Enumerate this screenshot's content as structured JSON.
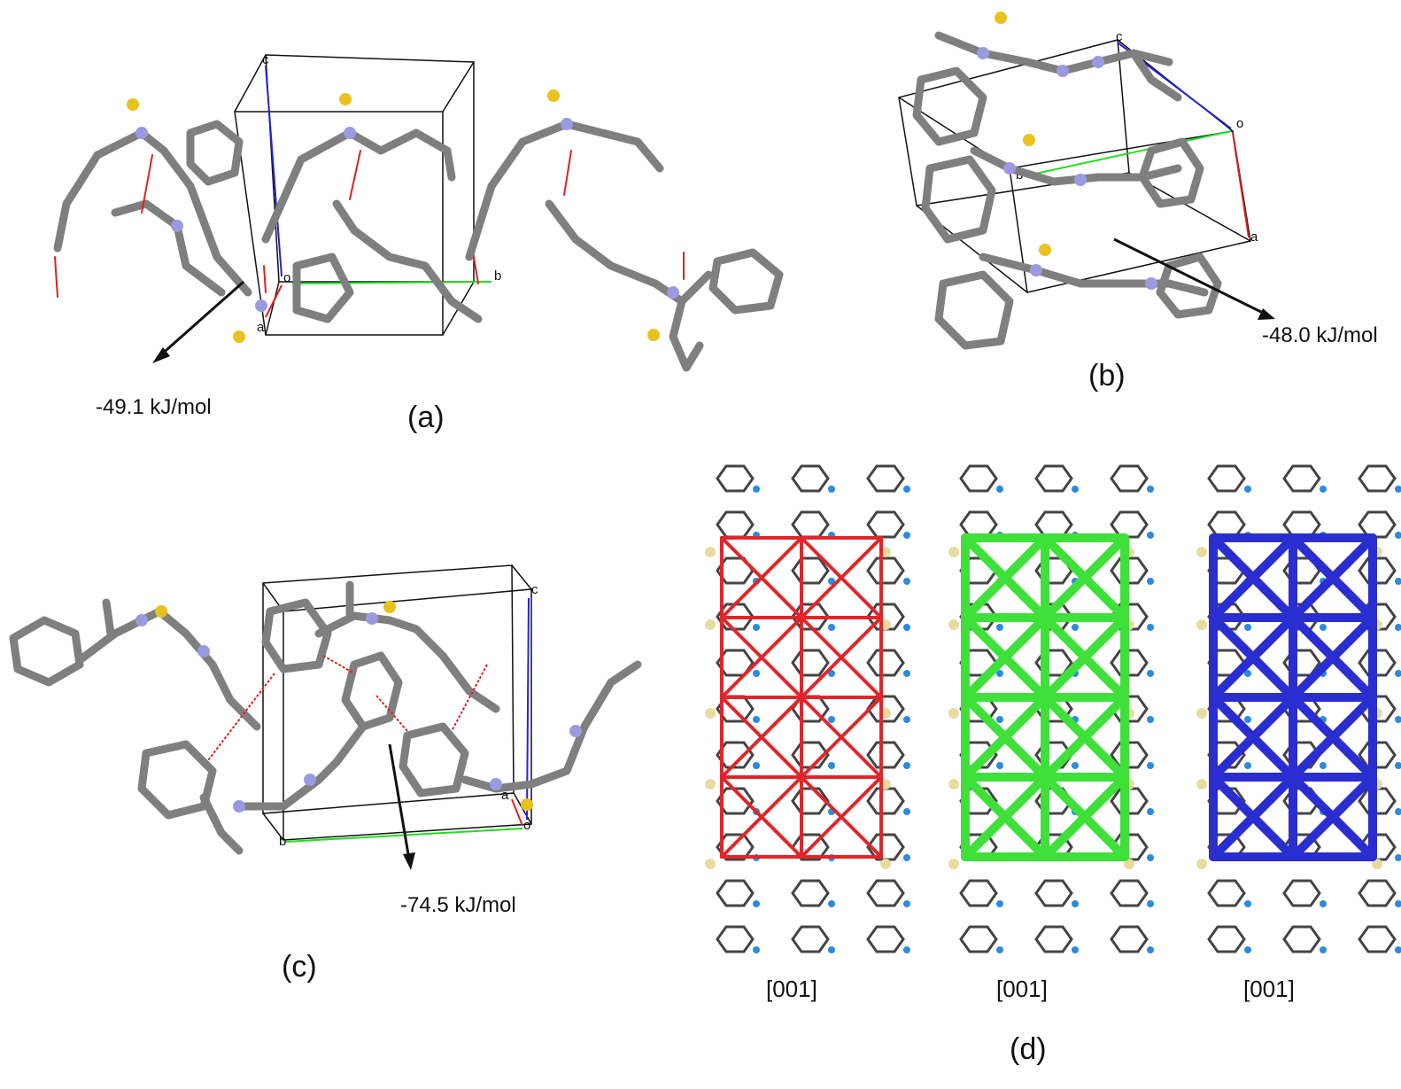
{
  "panels": {
    "a": {
      "label": "(a)",
      "energy": "-49.1 kJ/mol",
      "axes": [
        "c",
        "o",
        "a",
        "b"
      ]
    },
    "b": {
      "label": "(b)",
      "energy": "-48.0 kJ/mol",
      "axes": [
        "c",
        "o",
        "b",
        "a"
      ]
    },
    "c": {
      "label": "(c)",
      "energy": "-74.5 kJ/mol",
      "axes": [
        "c",
        "a",
        "o",
        "b"
      ]
    },
    "d": {
      "label": "(d)",
      "frameworks": [
        {
          "direction": "[001]",
          "color": "#e0262b"
        },
        {
          "direction": "[001]",
          "color": "#3fe03a"
        },
        {
          "direction": "[001]",
          "color": "#2a2ed0"
        }
      ]
    }
  },
  "colors": {
    "carbon": "#7f7f7f",
    "hydrogen": "#d6d6d6",
    "nitrogen": "#9a9ae0",
    "sulfur": "#e8c21e",
    "contact": "#e02020",
    "axis_a": "#e02020",
    "axis_b": "#22dd22",
    "axis_c": "#2222dd",
    "cell": "#111111"
  }
}
